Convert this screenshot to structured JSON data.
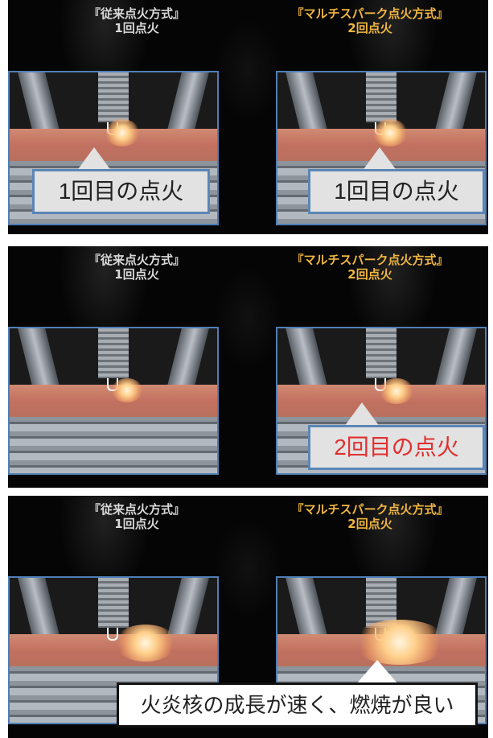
{
  "panels": [
    {
      "left_title": [
        "『従来点火方式』",
        "1回点火"
      ],
      "right_title": [
        "『マルチスパーク点火方式』",
        "2回点火"
      ]
    },
    {
      "left_title": [
        "『従来点火方式』",
        "1回点火"
      ],
      "right_title": [
        "『マルチスパーク点火方式』",
        "2回点火"
      ]
    },
    {
      "left_title": [
        "『従来点火方式』",
        "1回点火"
      ],
      "right_title": [
        "『マルチスパーク点火方式』",
        "2回点火"
      ]
    }
  ],
  "callouts": {
    "first_ignition_left": "1回目の点火",
    "first_ignition_right": "1回目の点火",
    "second_ignition": "2回目の点火",
    "conclusion": "火炎核の成長が速く、燃焼が良い"
  },
  "colors": {
    "left_title": "#d9d9d9",
    "right_title": "#f0b640",
    "frame_border": "#4f7fb5",
    "second_ignition_text": "#e03030"
  }
}
